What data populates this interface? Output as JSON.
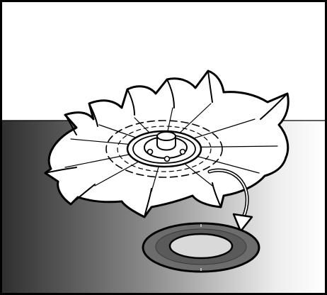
{
  "figure": {
    "kind": "technical-illustration",
    "subject": "impeller-with-gasket",
    "action": "remove-gasket",
    "arrow_direction": "down-right",
    "colors": {
      "background_top": "#ffffff",
      "floor_dark": "#2e2e2e",
      "floor_light": "#ffffff",
      "line": "#000000",
      "part_fill": "#ffffff",
      "gasket_fill": "#6c6c6c",
      "gasket_inner": "#d9d9d9"
    }
  }
}
